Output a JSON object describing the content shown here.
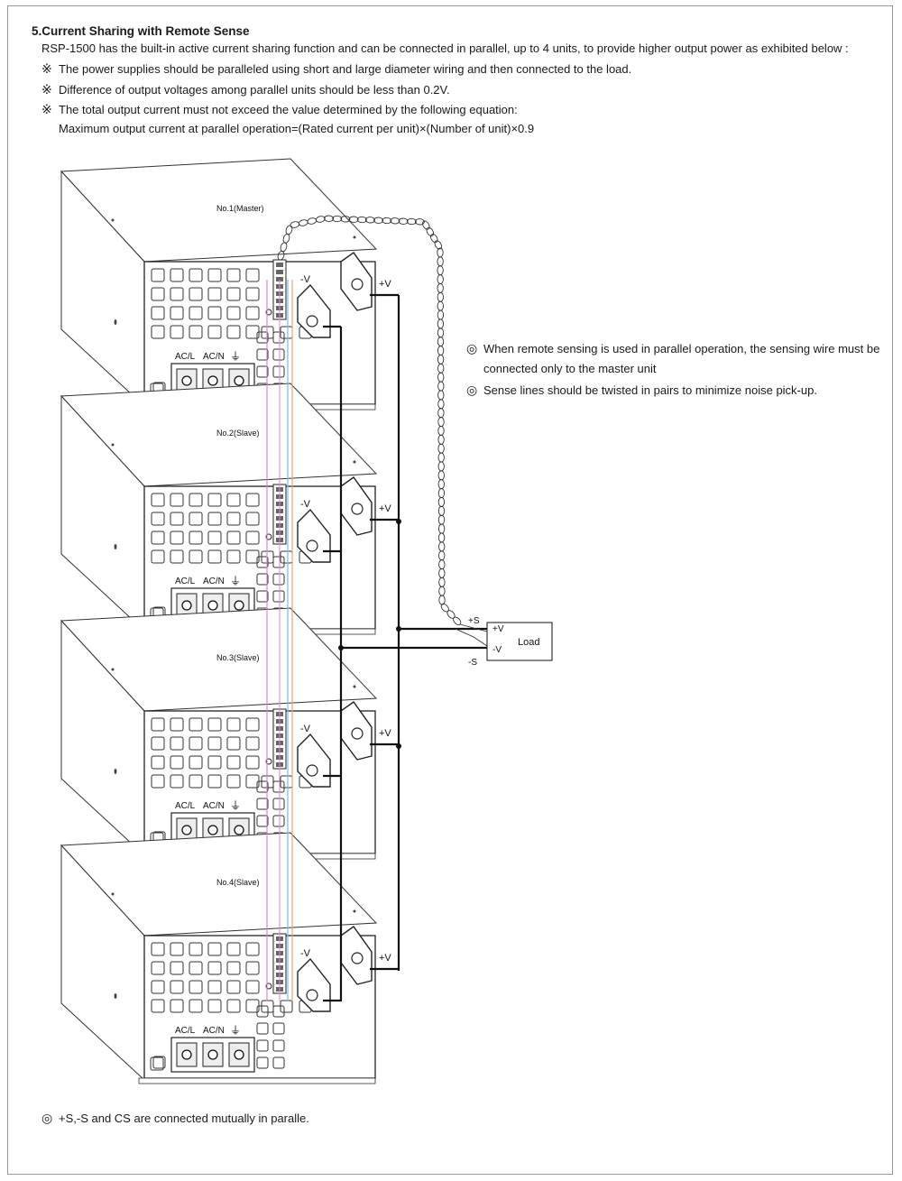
{
  "section": {
    "heading": "5.Current Sharing with Remote Sense",
    "intro": "RSP-1500 has the built-in active current sharing function and can be connected in parallel, up to 4 units, to provide higher output power as exhibited below :",
    "notes": [
      "The power supplies should be paralleled using short and large diameter wiring and then connected to the load.",
      "Difference of output voltages among parallel units should be less than 0.2V.",
      "The total output current must not exceed the value determined  by the following equation:"
    ],
    "note_symbol": "※",
    "equation": "Maximum output current at parallel operation=(Rated current per unit)×(Number of unit)×0.9"
  },
  "remarks": {
    "symbol": "◎",
    "lines": [
      "When remote sensing is used in parallel operation, the sensing wire must be",
      "connected only to the master unit",
      "Sense lines should be twisted in pairs to minimize noise pick-up."
    ],
    "footer": "+S,-S and CS are connected mutually in paralle."
  },
  "units": [
    {
      "label": "No.1(Master)"
    },
    {
      "label": "No.2(Slave)"
    },
    {
      "label": "No.3(Slave)"
    },
    {
      "label": "No.4(Slave)"
    }
  ],
  "terminals": {
    "ac_l": "AC/L",
    "ac_n": "AC/N",
    "ground": "⏚",
    "neg": "-V",
    "pos": "+V"
  },
  "load": {
    "label": "Load",
    "pos_in": "+V",
    "neg_in": "-V",
    "sense_pos": "+S",
    "sense_neg": "-S"
  },
  "colors": {
    "line": "#111111",
    "sense_pink": "#d98ac8",
    "sense_blue": "#7bbfe0",
    "sense_orange": "#e9a86a"
  }
}
